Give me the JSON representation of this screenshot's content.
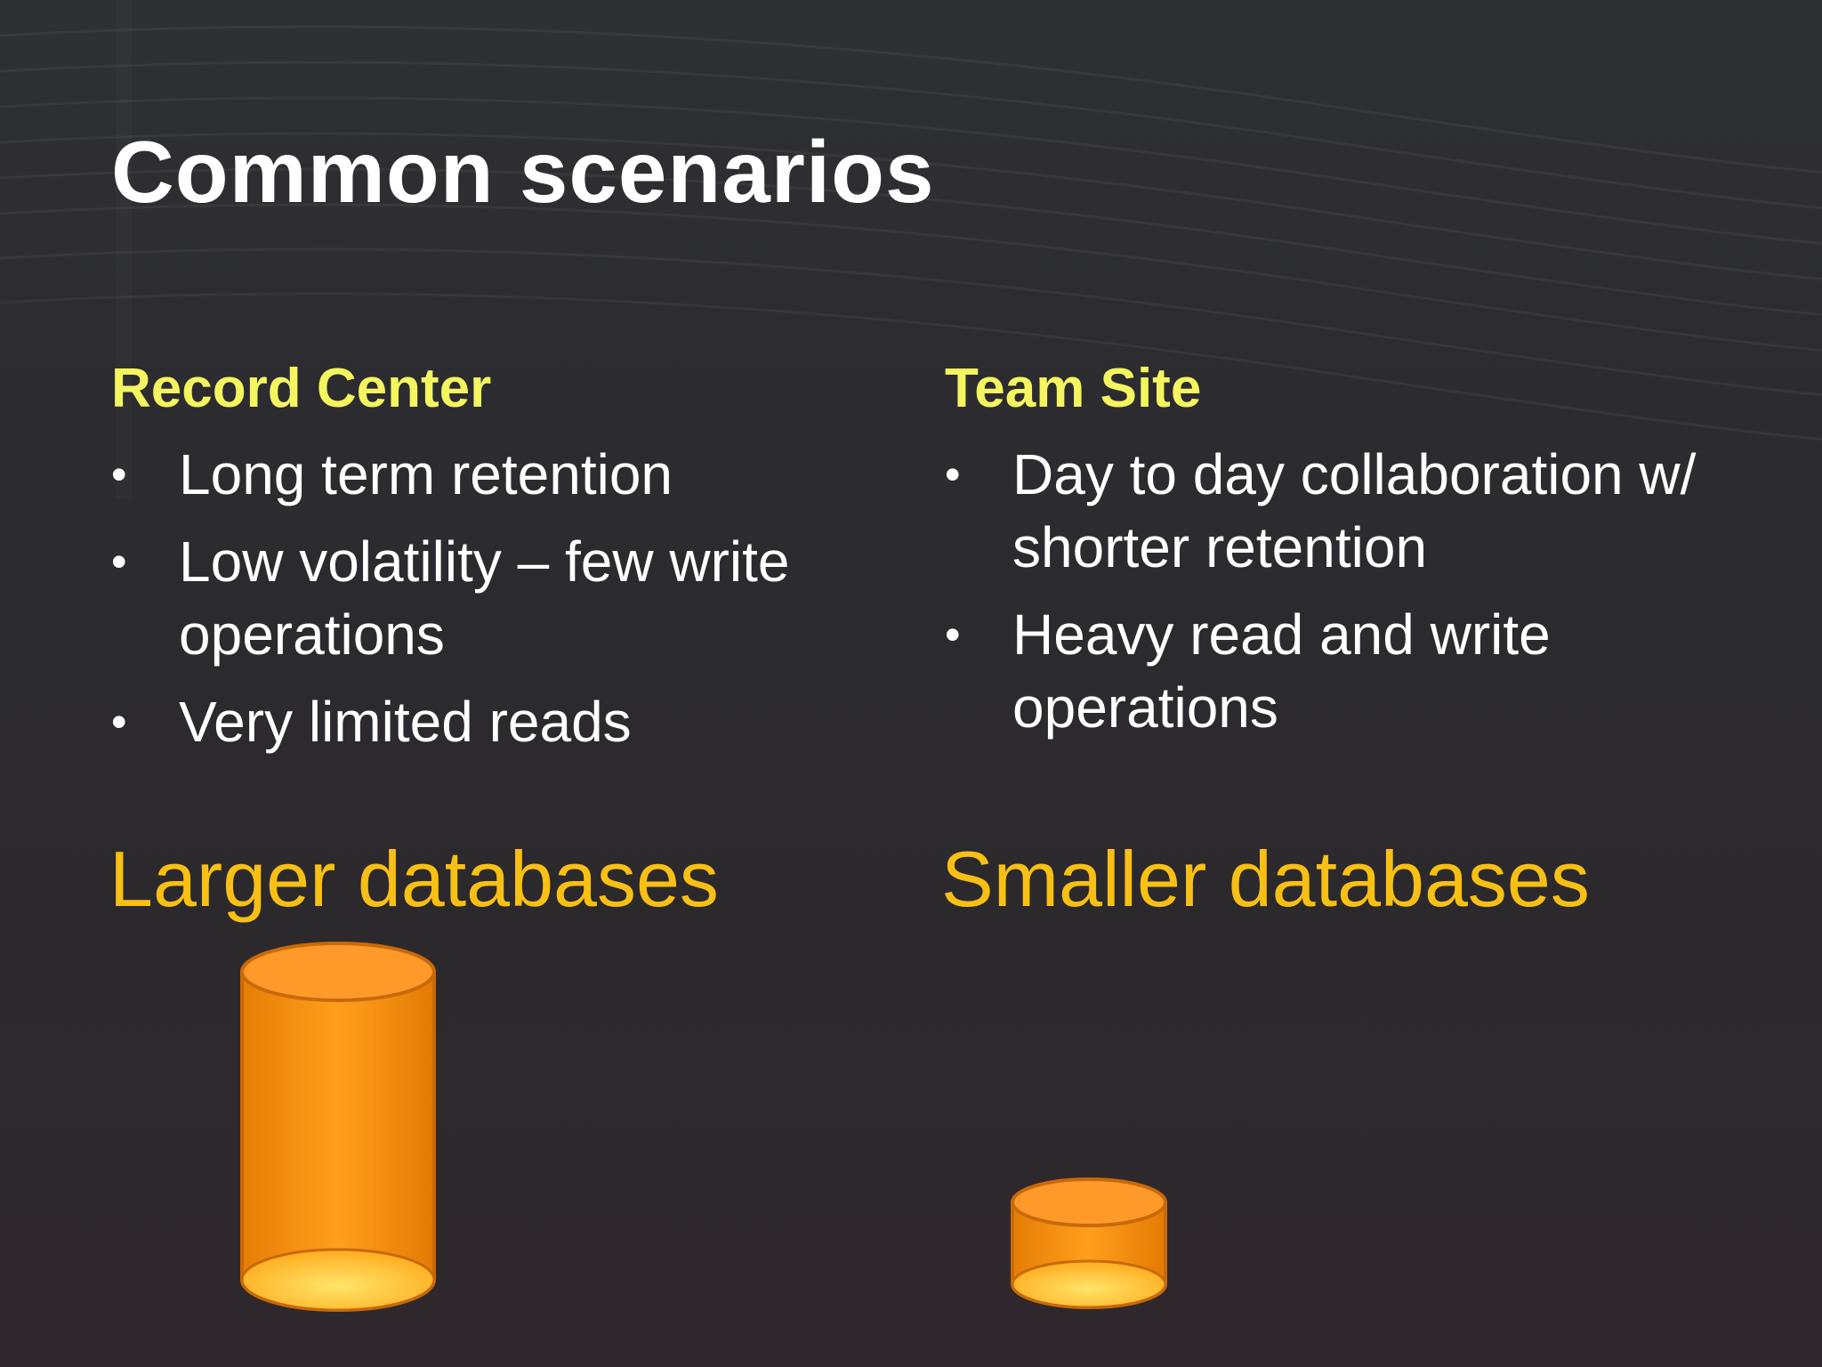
{
  "slide": {
    "title": "Common scenarios",
    "columns": [
      {
        "heading": "Record Center",
        "bullets": [
          "Long term retention",
          "Low volatility – few write operations",
          "Very limited reads"
        ],
        "database_label": "Larger databases"
      },
      {
        "heading": "Team Site",
        "bullets": [
          "Day to day collaboration w/ shorter retention",
          "Heavy read and write operations"
        ],
        "database_label": "Smaller databases"
      }
    ],
    "bullet_glyph": "•",
    "colors": {
      "background": "#2c2b2f",
      "title": "#ffffff",
      "heading": "#f4f55f",
      "database_label": "#f8c014",
      "cylinder": "#ff9a1a"
    },
    "icons": [
      "database-cylinder-icon"
    ]
  }
}
